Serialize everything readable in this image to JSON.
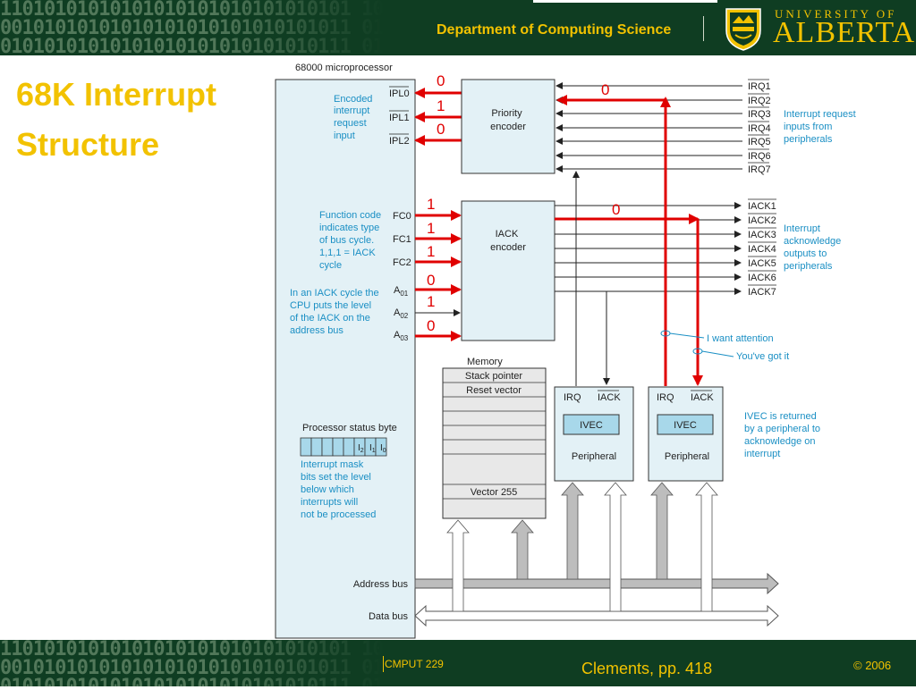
{
  "header": {
    "department": "Department of Computing Science",
    "university_small": "UNIVERSITY OF",
    "university_big": "ALBERTA",
    "binary_rows": [
      "11010101010101010101010101010101 10 11001",
      "00101010101010101010101010101011 01 1010101",
      "01010101010101010101010101010111 010101010"
    ]
  },
  "slide": {
    "title_line1": "68K Interrupt",
    "title_line2": "Structure"
  },
  "diagram": {
    "cpu_title": "68000 microprocessor",
    "encoded_label": [
      "Encoded",
      "interrupt",
      "request",
      "input"
    ],
    "ipl_pins": [
      "IPL0",
      "IPL1",
      "IPL2"
    ],
    "ipl_values": [
      "0",
      "1",
      "0"
    ],
    "priority_encoder": [
      "Priority",
      "encoder"
    ],
    "irq_lines": [
      "IRQ1",
      "IRQ2",
      "IRQ3",
      "IRQ4",
      "IRQ5",
      "IRQ6",
      "IRQ7"
    ],
    "irq_active_value": "0",
    "irq_note": [
      "Interrupt request",
      "inputs from",
      "peripherals"
    ],
    "function_code_label": [
      "Function code",
      "indicates type",
      "of bus cycle.",
      "1,1,1 = IACK",
      "cycle"
    ],
    "fc_pins": [
      "FC0",
      "FC1",
      "FC2"
    ],
    "fc_values": [
      "1",
      "1",
      "1"
    ],
    "iack_cycle_label": [
      "In an IACK cycle the",
      "CPU puts the level",
      "of the IACK on the",
      "address bus"
    ],
    "a_pins": [
      "A",
      "A",
      "A"
    ],
    "a_subscripts": [
      "01",
      "02",
      "03"
    ],
    "a_values": [
      "0",
      "1",
      "0"
    ],
    "iack_encoder": [
      "IACK",
      "encoder"
    ],
    "iack_lines": [
      "IACK1",
      "IACK2",
      "IACK3",
      "IACK4",
      "IACK5",
      "IACK6",
      "IACK7"
    ],
    "iack_active_value": "0",
    "iack_note": [
      "Interrupt",
      "acknowledge",
      "outputs to",
      "peripherals"
    ],
    "want_attention": "I want attention",
    "got_it": "You've got it",
    "memory_title": "Memory",
    "memory_rows": [
      "Stack pointer",
      "Reset vector",
      "Vector 255"
    ],
    "peripheral_pins": [
      "IRQ",
      "IACK"
    ],
    "ivec_label": "IVEC",
    "peripheral_label": "Peripheral",
    "ivec_note": [
      "IVEC is returned",
      "by a peripheral to",
      "acknowledge on",
      "interrupt"
    ],
    "status_byte_label": "Processor status byte",
    "status_bits": [
      "I",
      "I",
      "I"
    ],
    "status_subscripts": [
      "2",
      "1",
      "0"
    ],
    "mask_note": [
      "Interrupt mask",
      "bits set the level",
      "below which",
      "interrupts will",
      "not be processed"
    ],
    "address_bus": "Address bus",
    "data_bus": "Data bus"
  },
  "footer": {
    "course": "CMPUT 229",
    "reference": "Clements, pp. 418",
    "copyright": "© 2006"
  },
  "colors": {
    "banner_green": "#0f3d22",
    "accent_yellow": "#f2c200",
    "cpu_fill": "#e3f1f6",
    "note_blue": "#1a8fc4",
    "active_red": "#e00000"
  }
}
